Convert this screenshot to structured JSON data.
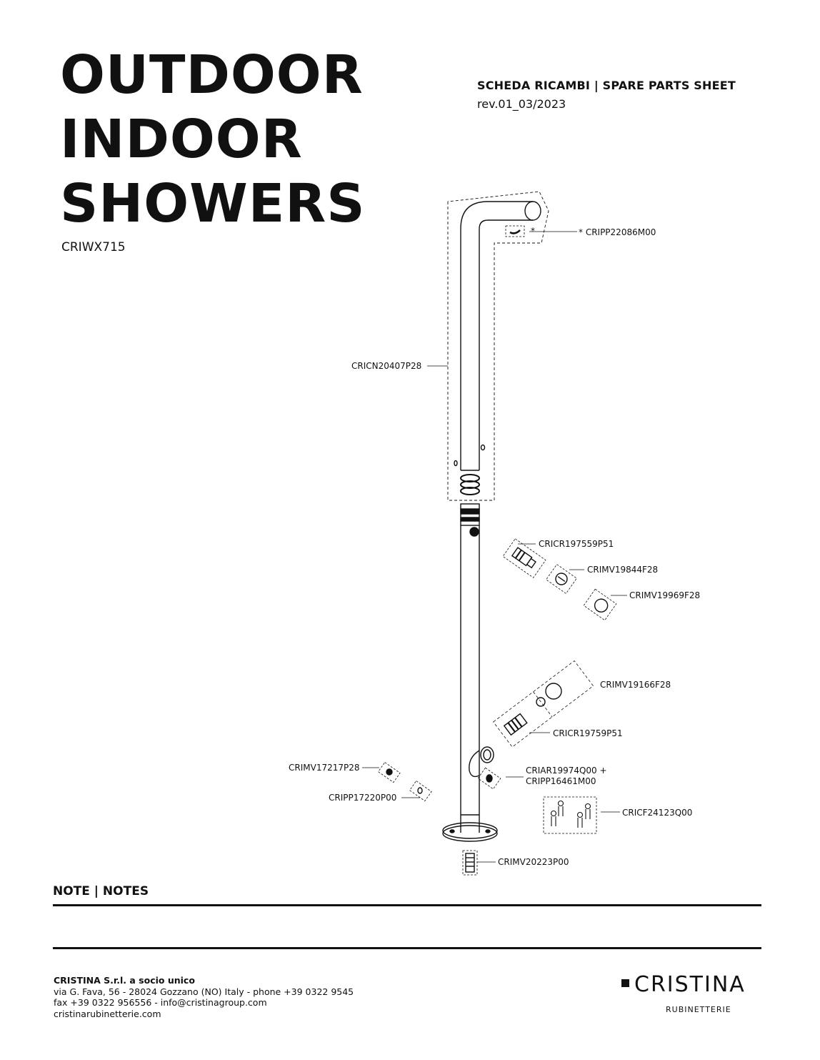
{
  "title": {
    "line1": "OUTDOOR",
    "line2": "INDOOR",
    "line3": "SHOWERS"
  },
  "model_code": "CRIWX715",
  "sheet_title": "SCHEDA RICAMBI | SPARE PARTS SHEET",
  "revision": "rev.01_03/2023",
  "parts": {
    "p1": "* CRIPP22086M00",
    "p2": "CRICN20407P28",
    "p3": "CRICR197559P51",
    "p4": "CRIMV19844F28",
    "p5": "CRIMV19969F28",
    "p6": "CRIMV19166F28",
    "p7": "CRICR19759P51",
    "p8": "CRIMV17217P28",
    "p9a": "CRIAR19974Q00 +",
    "p9b": "CRIPP16461M00",
    "p10": "CRIPP17220P00",
    "p11": "CRICF24123Q00",
    "p12": "CRIMV20223P00"
  },
  "asterisk": "*",
  "notes_heading": "NOTE | NOTES",
  "footer": {
    "company": "CRISTINA S.r.l. a socio unico",
    "address": "via G. Fava, 56 - 28024 Gozzano (NO) Italy - phone +39 0322 9545",
    "contact": "fax +39 0322 956556 - info@cristinagroup.com",
    "website": "cristinarubinetterie.com"
  },
  "brand": {
    "name": "CRISTINA",
    "subtitle": "RUBINETTERIE"
  }
}
